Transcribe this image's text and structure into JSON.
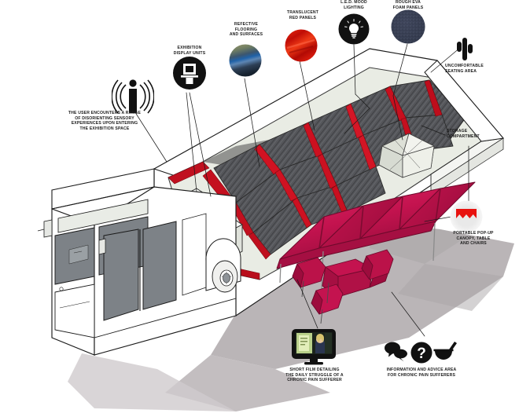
{
  "diagram": {
    "title": "Mobile Chronic-Pain Exhibition Bus — Annotated Concept Diagram",
    "subject": "cutaway isometric illustration of a converted white coach with exhibition interior"
  },
  "colors": {
    "translucent_red": "#d81010",
    "interior_red": "#c01020",
    "canopy_crimson": "#c4134f",
    "canopy_crimson_dark": "#9c0d3c",
    "eva_foam_navy": "#3c4357",
    "icon_black": "#111111",
    "bus_white": "#ffffff",
    "window_grey": "#7d8287",
    "ground_shadow": "#b3aeb0",
    "pencil_grey": "#5d5d5d",
    "line_black": "#1b1b1b"
  },
  "annotations": [
    {
      "id": "sensory-experience",
      "label": "THE USER ENCOUNTERS A RANGE\nOF DISORIENTING SENSORY\nEXPERIENCES UPON ENTERING\nTHE EXHIBITION SPACE",
      "icon": "person-sensory-waves-icon",
      "icon_kind": "black-circle-glyph"
    },
    {
      "id": "exhibition-display-units",
      "label": "EXHIBITION\nDISPLAY UNITS",
      "icon": "display-plinth-icon",
      "icon_kind": "black-circle-glyph"
    },
    {
      "id": "reflective-flooring",
      "label": "REFECTIVE\nFLOORING\nAND SURFACES",
      "icon": "iridescent-material-swatch",
      "icon_kind": "material-swatch"
    },
    {
      "id": "translucent-red-panels",
      "label": "TRANSLUCENT\nRED PANELS",
      "icon": "red-panel-material-swatch",
      "icon_kind": "material-swatch"
    },
    {
      "id": "led-mood-lighting",
      "label": "L.E.D. MOOD\nLIGHTING",
      "icon": "lightbulb-icon",
      "icon_kind": "black-circle-glyph"
    },
    {
      "id": "rough-eva-foam-panels",
      "label": "ROUGH EVA\nFOAM PANELS",
      "icon": "foam-texture-swatch",
      "icon_kind": "material-swatch"
    },
    {
      "id": "uncomfortable-seating",
      "label": "UNCOMFORTABLE\nSEATING AREA",
      "icon": "cactus-icon",
      "icon_kind": "plain-glyph"
    },
    {
      "id": "storage-compartment",
      "label": "STORAGE\nCOMPARTMENT",
      "icon": "none",
      "icon_kind": "none"
    },
    {
      "id": "portable-canopy",
      "label": "PORTABLE POP-UP\nCANOPY, TABLE\nAND CHAIRS",
      "icon": "canopy-tent-icon",
      "icon_kind": "red-glyph"
    },
    {
      "id": "short-film",
      "label": "SHORT FILM DETAILING\nTHE DAILY STRUGGLE OF A\nCHRONIC PAIN SUFFERER",
      "icon": "monitor-video-icon",
      "icon_kind": "screen-glyph"
    },
    {
      "id": "information-advice",
      "label": "INFORMATION AND ADVICE AREA\nFOR CHRONIC PAIN SUFFERERS",
      "icon": "speech-question-mortar-icons",
      "icon_kind": "plain-glyph-row"
    }
  ]
}
